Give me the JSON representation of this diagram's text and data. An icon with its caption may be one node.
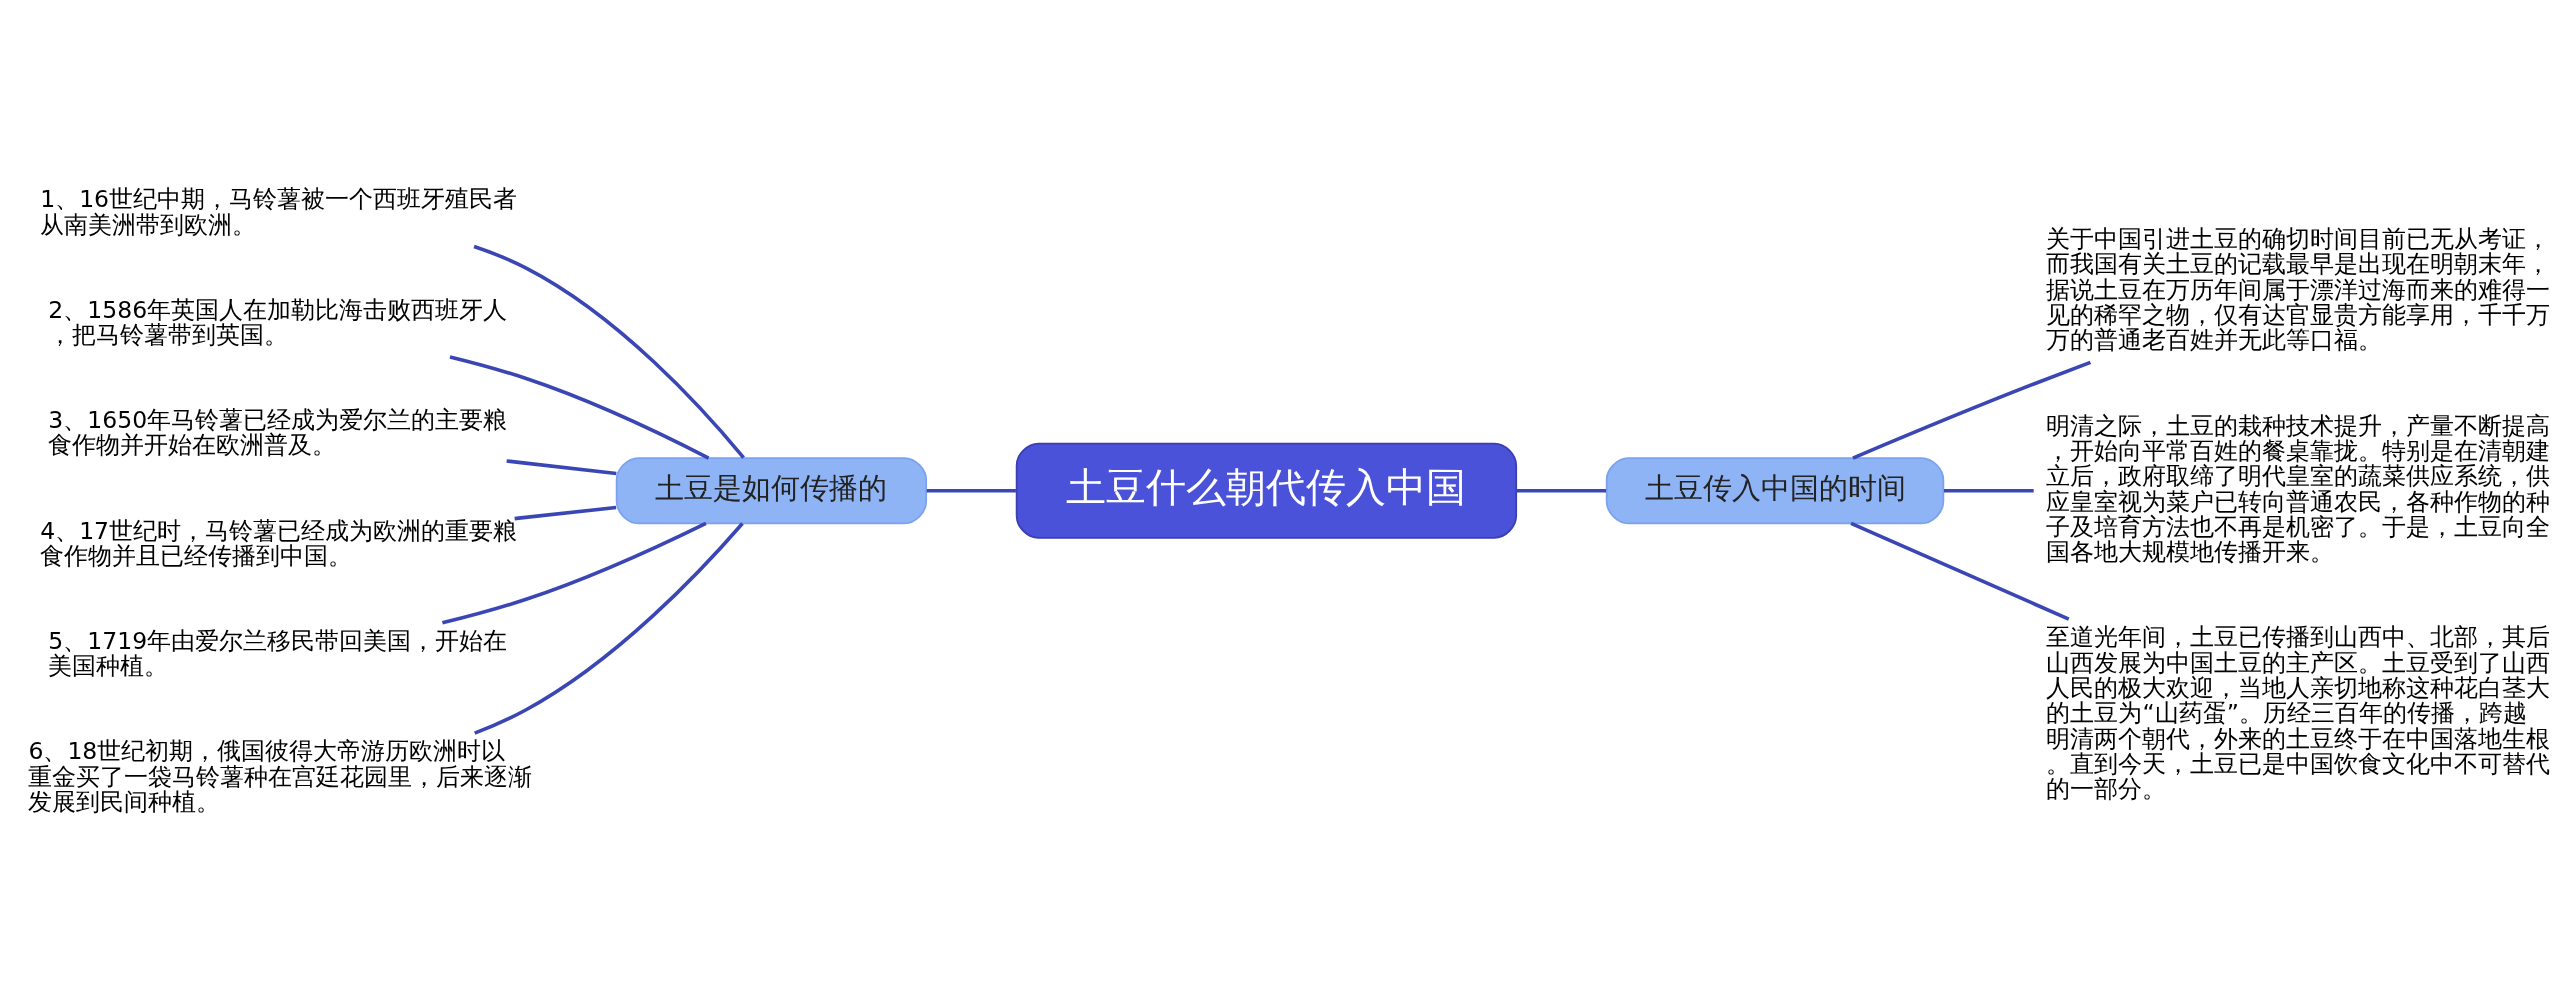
{
  "diagram": {
    "nodes": [
      {
        "text": [
          "土豆什么朝代传入中国"
        ]
      },
      {
        "text": [
          "土豆是如何传播的"
        ]
      },
      {
        "text": [
          "土豆传入中国的时间"
        ]
      },
      {
        "text": [
          "1、16世纪中期，马铃薯被一个西班牙殖民者从南美洲带到欧洲。"
        ]
      },
      {
        "text": [
          "2、1586年英国人在加勒比海击败西班牙人，把马铃薯带到英国。"
        ]
      },
      {
        "text": [
          "3、1650年马铃薯已经成为爱尔兰的主要粮食作物并开始在欧洲普及。"
        ]
      },
      {
        "text": [
          "4、17世纪时，马铃薯已经成为欧洲的重要粮食作物并且已经传播到中国。"
        ]
      },
      {
        "text": [
          "5、1719年由爱尔兰移民带回美国，开始在美国种植。"
        ]
      },
      {
        "text": [
          "6、18世纪初期，俄国彼得大帝游历欧洲时以重金买了一袋马铃薯种在宫廷花园里，后来逐渐发展到民间种植。"
        ]
      },
      {
        "text": [
          "关于中国引进土豆的确切时间目前已无从考证，而我国有关土豆的记载最早是出现在明朝末年，据说土豆在万历年间属于漂洋过海而来的难得一见的稀罕之物，仅有达官显贵方能享用，千千万万的普通老百姓并无此等口福。"
        ]
      },
      {
        "text": [
          "明清之际，土豆的栽种技术提升，产量不断提高，开始向平常百姓的餐桌靠拢。特别是在清朝建立后，政府取缔了明代皇室的蔬菜供应系统，供应皇室视为菜户已转向普通农民，各种作物的种子及培育方法也不再是机密了。于是，土豆向全国各地大规模地传播开来。"
        ]
      },
      {
        "text": [
          "至道光年间，土豆已传播到山西中、北部，其后山西发展为中国土豆的主产区。土豆受到了山西人民的极大欢迎，当地人亲切地称这种花白茎大的土豆为“山药蛋”。历经三百年的传播，跨越明清两个朝代，外来的土豆终于在中国落地生根。直到今天，土豆已是中国饮食文化中不可替代的一部分。"
        ]
      }
    ],
    "edges": [
      {
        "from": 1,
        "to": 0,
        "arrow": "none"
      },
      {
        "from": 0,
        "to": 2,
        "arrow": "none"
      },
      {
        "from": 3,
        "to": 1,
        "arrow": "none"
      },
      {
        "from": 4,
        "to": 1,
        "arrow": "none"
      },
      {
        "from": 5,
        "to": 1,
        "arrow": "none"
      },
      {
        "from": 6,
        "to": 1,
        "arrow": "none"
      },
      {
        "from": 7,
        "to": 1,
        "arrow": "none"
      },
      {
        "from": 8,
        "to": 1,
        "arrow": "none"
      },
      {
        "from": 2,
        "to": 9,
        "arrow": "none"
      },
      {
        "from": 2,
        "to": 10,
        "arrow": "none"
      },
      {
        "from": 2,
        "to": 11,
        "arrow": "none"
      }
    ]
  }
}
